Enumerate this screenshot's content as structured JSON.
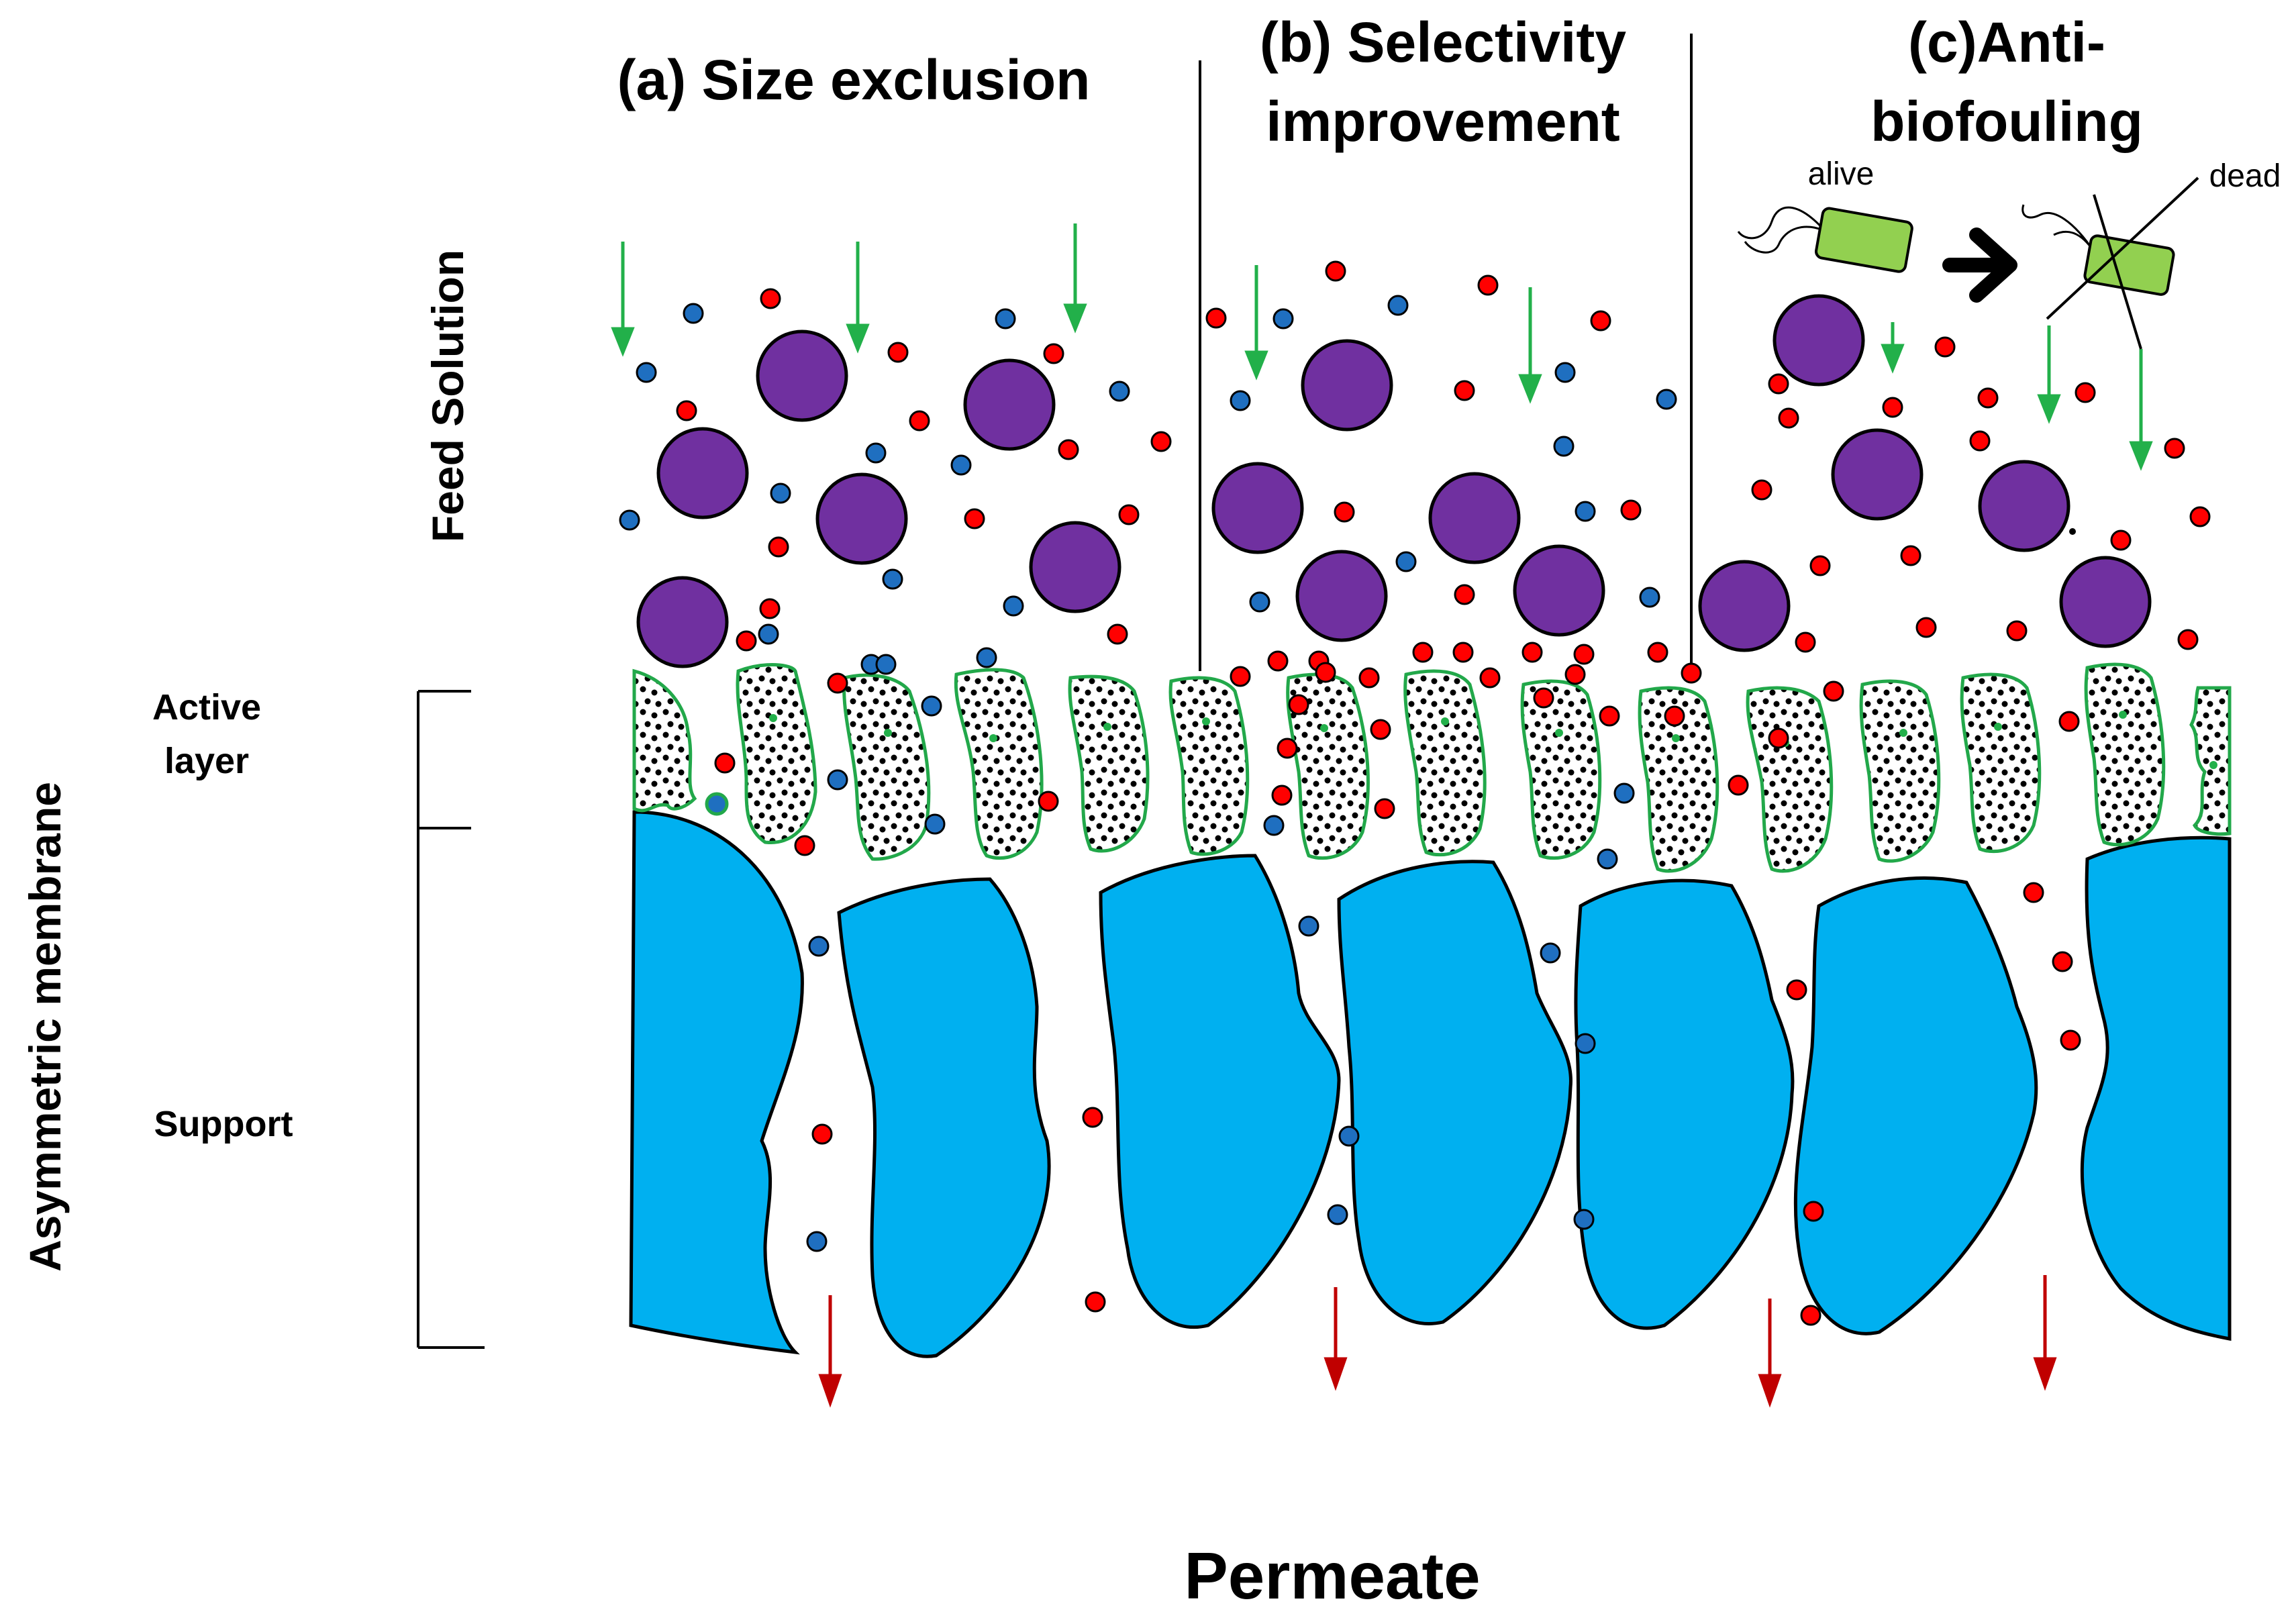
{
  "panels": [
    {
      "title_line1": "(a) Size exclusion",
      "title_line2": ""
    },
    {
      "title_line1": "(b) Selectivity",
      "title_line2": "improvement"
    },
    {
      "title_line1": "(c)Anti-",
      "title_line2": "biofouling"
    }
  ],
  "labels": {
    "feed_solution": "Feed Solution",
    "active_layer_line1": "Active",
    "active_layer_line2": "layer",
    "support": "Support",
    "asymmetric_membrane": "Asymmetric membrane",
    "permeate": "Permeate",
    "alive": "alive",
    "dead": "dead"
  },
  "colors": {
    "solute_large": "#7030a0",
    "ion_red": "#ff0000",
    "ion_blue": "#1f6fc0",
    "support_blue": "#00b0f0",
    "active_outline": "#22a84a",
    "feed_arrow": "#22b04a",
    "permeate_arrow": "#c00000",
    "bacterium": "#92d050"
  }
}
